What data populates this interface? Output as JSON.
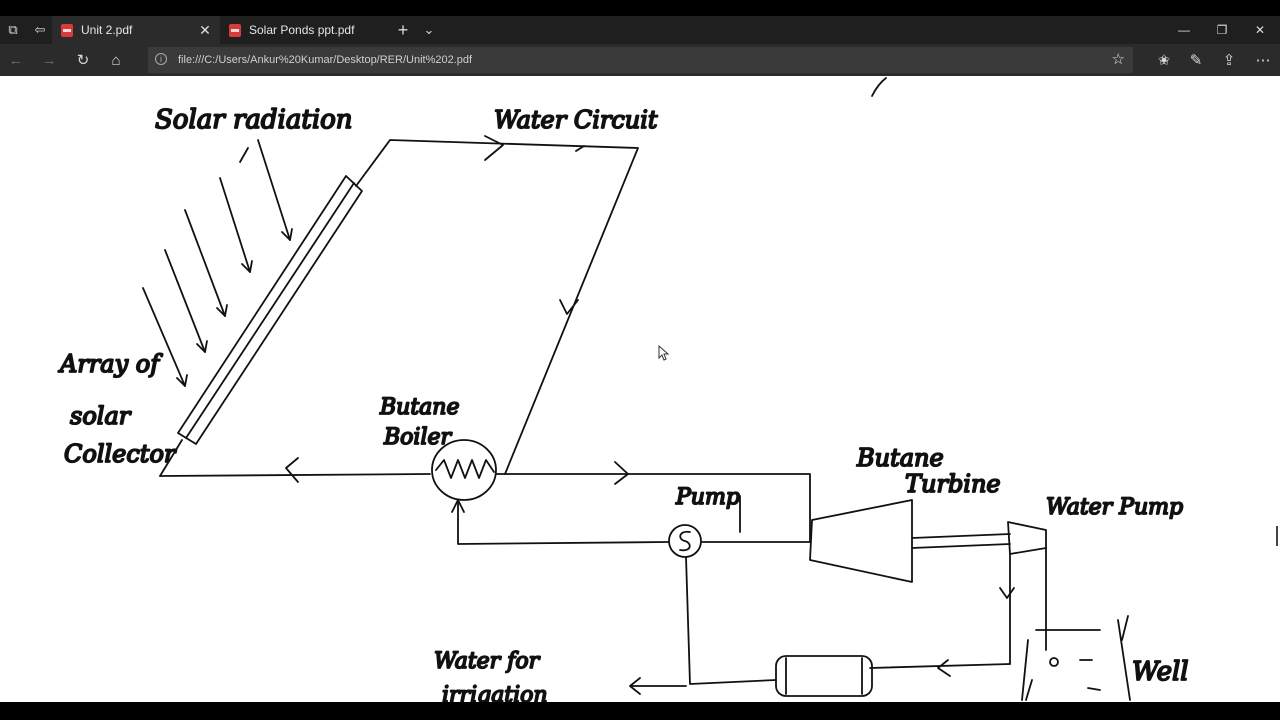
{
  "browser": {
    "tabs": [
      {
        "label": "Unit 2.pdf",
        "active": true
      },
      {
        "label": "Solar Ponds ppt.pdf",
        "active": false
      }
    ],
    "url": "file:///C:/Users/Ankur%20Kumar/Desktop/RER/Unit%202.pdf"
  },
  "diagram": {
    "labels": {
      "solar_radiation": "Solar radiation",
      "water_circuit": "Water Circuit",
      "array_line1": "Array of",
      "array_line2": "solar",
      "array_line3": "Collector",
      "butane_boiler_1": "Butane",
      "butane_boiler_2": "Boiler",
      "butane_turbine_1": "Butane",
      "butane_turbine_2": "Turbine",
      "pump": "Pump",
      "water_pump": "Water Pump",
      "water_for": "Water for",
      "irrigation": "irrigation",
      "well": "Well"
    }
  }
}
